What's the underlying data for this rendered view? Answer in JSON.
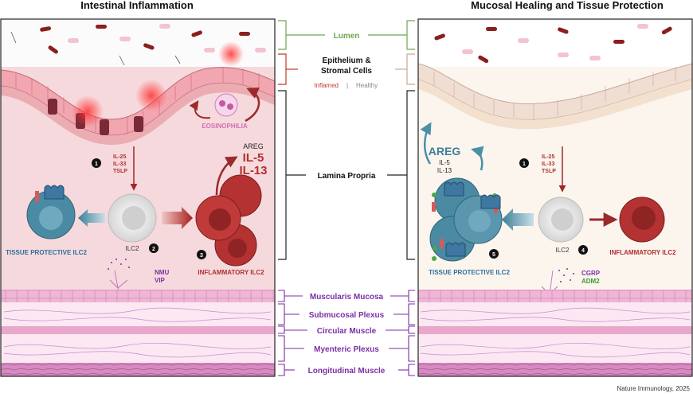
{
  "panels": {
    "left_title": "Intestinal Inflammation",
    "right_title": "Mucosal Healing and Tissue Protection"
  },
  "layers": {
    "lumen": "Lumen",
    "epithelium_line1": "Epithelium &",
    "epithelium_line2": "Stromal Cells",
    "inflamed": "Inflamed",
    "separator": "|",
    "healthy": "Healthy",
    "lamina_propria": "Lamina Propria",
    "muscularis_mucosa": "Muscularis Mucosa",
    "submucosal_plexus": "Submucosal Plexus",
    "circular_muscle": "Circular Muscle",
    "myenteric_plexus": "Myenteric Plexus",
    "longitudinal_muscle": "Longitudinal Muscle"
  },
  "left": {
    "eosinophilia": "EOSINOPHILIA",
    "signals": [
      "IL-25",
      "IL-33",
      "TSLP"
    ],
    "areg": "AREG",
    "il5": "IL-5",
    "il13": "IL-13",
    "ilc2": "ILC2",
    "tissue_protective": "TISSUE PROTECTIVE ILC2",
    "inflammatory": "INFLAMMATORY ILC2",
    "neuro": [
      "NMU",
      "VIP"
    ],
    "step_signal": "1",
    "step_ilc2": "2",
    "step_inflammatory": "3"
  },
  "right": {
    "areg": "AREG",
    "il5": "IL-5",
    "il13": "IL-13",
    "signals": [
      "IL-25",
      "IL-33",
      "TSLP"
    ],
    "ilc2": "ILC2",
    "tissue_protective": "TISSUE PROTECTIVE ILC2",
    "inflammatory": "INFLAMMATORY ILC2",
    "neuro": [
      "CGRP",
      "ADM2"
    ],
    "step_signal": "1",
    "step_ilc2": "4",
    "step_protective": "5"
  },
  "footer": {
    "credit": "Nature Immunology, 2025"
  },
  "colors": {
    "layer_label": "#7b2fa5",
    "lumen_label": "#6aa84f",
    "inflamed": "#c0392b",
    "healthy": "#888888",
    "cytokine": "#b03030",
    "protective_label": "#2e6f9e",
    "eosinophilia": "#d46fb0",
    "cgrp": "#7b2fa5",
    "adm2": "#3d9a3d"
  }
}
